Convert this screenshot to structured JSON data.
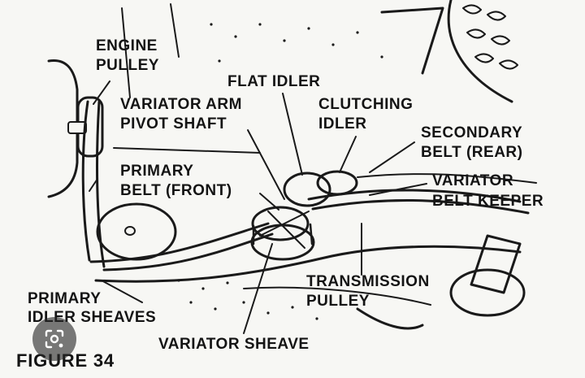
{
  "figure": {
    "caption": "FIGURE 34",
    "labels": {
      "engine_pulley_1": "ENGINE",
      "engine_pulley_2": "PULLEY",
      "flat_idler": "FLAT IDLER",
      "variator_arm_1": "VARIATOR ARM",
      "variator_arm_2": "PIVOT SHAFT",
      "clutching_idler_1": "CLUTCHING",
      "clutching_idler_2": "IDLER",
      "secondary_belt_1": "SECONDARY",
      "secondary_belt_2": "BELT (REAR)",
      "variator_keeper_1": "VARIATOR",
      "variator_keeper_2": "BELT KEEPER",
      "primary_belt_1": "PRIMARY",
      "primary_belt_2": "BELT (FRONT)",
      "transmission_pulley_1": "TRANSMISSION",
      "transmission_pulley_2": "PULLEY",
      "primary_idler_1": "PRIMARY",
      "primary_idler_2": "IDLER SHEAVES",
      "variator_sheave": "VARIATOR SHEAVE"
    }
  },
  "overlay": {
    "lens_button_icon": "lens-search-icon"
  },
  "colors": {
    "ink": "#141414",
    "paper": "#f7f7f4",
    "overlay": "#3a3a3a"
  }
}
